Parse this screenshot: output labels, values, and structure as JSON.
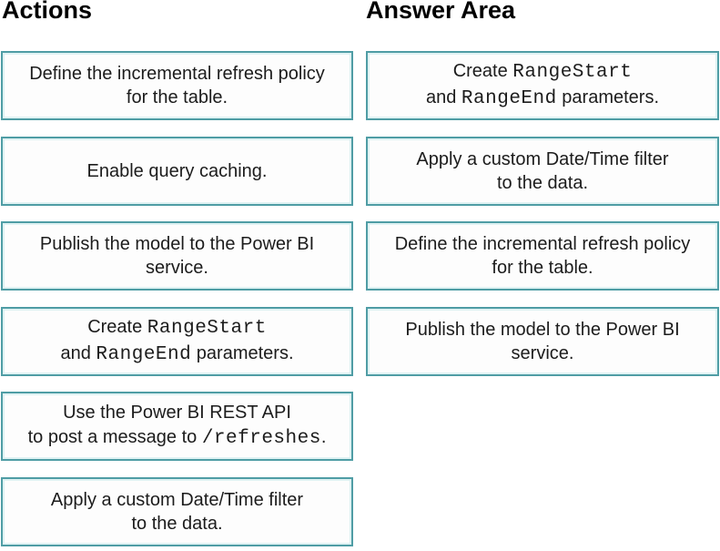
{
  "theme": {
    "accent_border_color": "#4f9da5",
    "accent_inner_highlight": "#dff2f3",
    "box_background": "#fdfdfd",
    "text_color": "#1c1c1c"
  },
  "columns": {
    "actions": {
      "title": "Actions",
      "boxes": [
        {
          "lines": [
            [
              {
                "t": "Define the incremental refresh policy"
              }
            ],
            [
              {
                "t": "for the table."
              }
            ]
          ]
        },
        {
          "lines": [
            [
              {
                "t": "Enable query caching."
              }
            ]
          ]
        },
        {
          "lines": [
            [
              {
                "t": "Publish the model to the Power BI"
              }
            ],
            [
              {
                "t": "service."
              }
            ]
          ]
        },
        {
          "lines": [
            [
              {
                "t": "Create ",
                "mono": false
              },
              {
                "t": "RangeStart",
                "mono": true
              }
            ],
            [
              {
                "t": "and ",
                "mono": false
              },
              {
                "t": "RangeEnd",
                "mono": true
              },
              {
                "t": " parameters.",
                "mono": false
              }
            ]
          ]
        },
        {
          "lines": [
            [
              {
                "t": "Use the Power BI REST API"
              }
            ],
            [
              {
                "t": "to post a message to ",
                "mono": false
              },
              {
                "t": "/refreshes",
                "mono": true
              },
              {
                "t": ".",
                "mono": false
              }
            ]
          ]
        },
        {
          "lines": [
            [
              {
                "t": "Apply a custom Date/Time filter"
              }
            ],
            [
              {
                "t": "to the data."
              }
            ]
          ]
        }
      ]
    },
    "answer_area": {
      "title": "Answer Area",
      "boxes": [
        {
          "lines": [
            [
              {
                "t": "Create ",
                "mono": false
              },
              {
                "t": "RangeStart",
                "mono": true
              }
            ],
            [
              {
                "t": "and ",
                "mono": false
              },
              {
                "t": "RangeEnd",
                "mono": true
              },
              {
                "t": " parameters.",
                "mono": false
              }
            ]
          ]
        },
        {
          "lines": [
            [
              {
                "t": "Apply a custom Date/Time filter"
              }
            ],
            [
              {
                "t": "to the data."
              }
            ]
          ]
        },
        {
          "lines": [
            [
              {
                "t": "Define the incremental refresh policy"
              }
            ],
            [
              {
                "t": "for the table."
              }
            ]
          ]
        },
        {
          "lines": [
            [
              {
                "t": "Publish the model to the Power BI"
              }
            ],
            [
              {
                "t": "service."
              }
            ]
          ]
        }
      ]
    }
  }
}
